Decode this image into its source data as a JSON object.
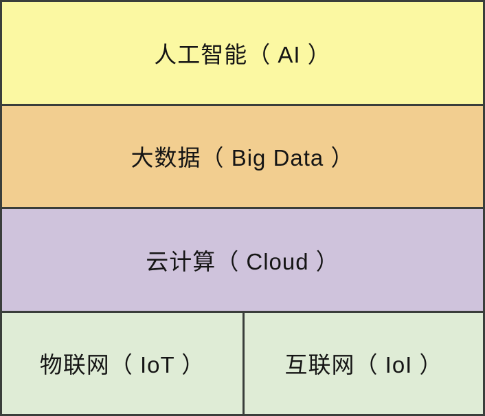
{
  "diagram": {
    "title": "technology-stack",
    "border_color": "#3a3e3b",
    "text_color": "#151515",
    "layers": [
      {
        "name": "ai",
        "label": "人工智能（ AI ）",
        "color": "#fbf8a2"
      },
      {
        "name": "big-data",
        "label": "大数据（ Big Data ）",
        "color": "#f2ce90"
      },
      {
        "name": "cloud",
        "label": "云计算（ Cloud ）",
        "color": "#cfc3dc"
      },
      {
        "name": "networks",
        "color": "#dfecd6",
        "cells": [
          {
            "name": "iot",
            "label": "物联网（ IoT ）"
          },
          {
            "name": "internet",
            "label": "互联网（ IoI ）"
          }
        ]
      }
    ]
  }
}
